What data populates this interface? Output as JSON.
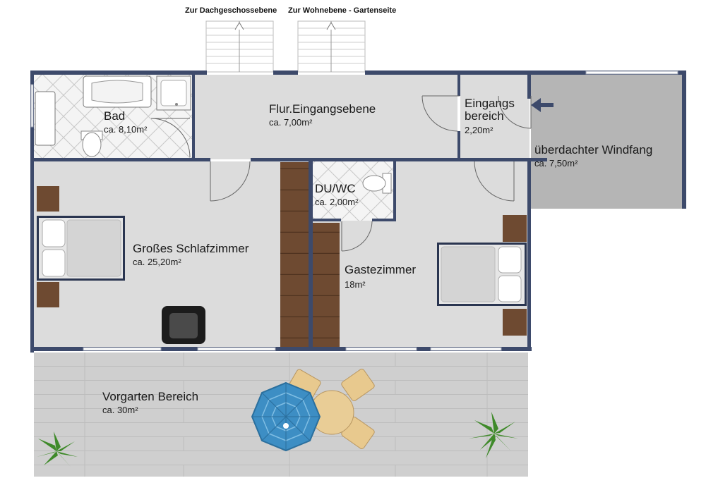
{
  "stairs": {
    "up_label": "Zur Dachgeschossebene",
    "down_label": "Zur Wohnebene - Gartenseite"
  },
  "rooms": {
    "bad": {
      "name": "Bad",
      "area": "ca. 8,10m²"
    },
    "flur": {
      "name": "Flur.Eingangsebene",
      "area": "ca. 7,00m²"
    },
    "eingang": {
      "name_line1": "Eingangs",
      "name_line2": "bereich",
      "area": "2,20m²"
    },
    "windfang": {
      "name": "überdachter Windfang",
      "area": "ca. 7,50m²"
    },
    "duwc": {
      "name": "DU/WC",
      "area": "ca. 2,00m²"
    },
    "schlafzimmer": {
      "name": "Großes Schlafzimmer",
      "area": "ca. 25,20m²"
    },
    "gastezimmer": {
      "name": "Gastezimmer",
      "area": "18m²"
    },
    "vorgarten": {
      "name": "Vorgarten Bereich",
      "area": "ca. 30m²"
    }
  },
  "colors": {
    "wall": "#3d4a6b",
    "floor": "#dcdcdc",
    "tile": "#f2f2f2",
    "deck": "#c9c9c9",
    "wood": "#6e4a31",
    "umbrella": "#3d8ec4",
    "plant": "#3f8a2a"
  },
  "icons": [
    "bathtub-icon",
    "shower-icon",
    "toilet-icon",
    "sink-icon",
    "bed-icon",
    "armchair-icon",
    "umbrella-icon",
    "table-icon",
    "chair-icon",
    "plant-icon",
    "entrance-arrow-icon",
    "stair-arrow-icon"
  ]
}
